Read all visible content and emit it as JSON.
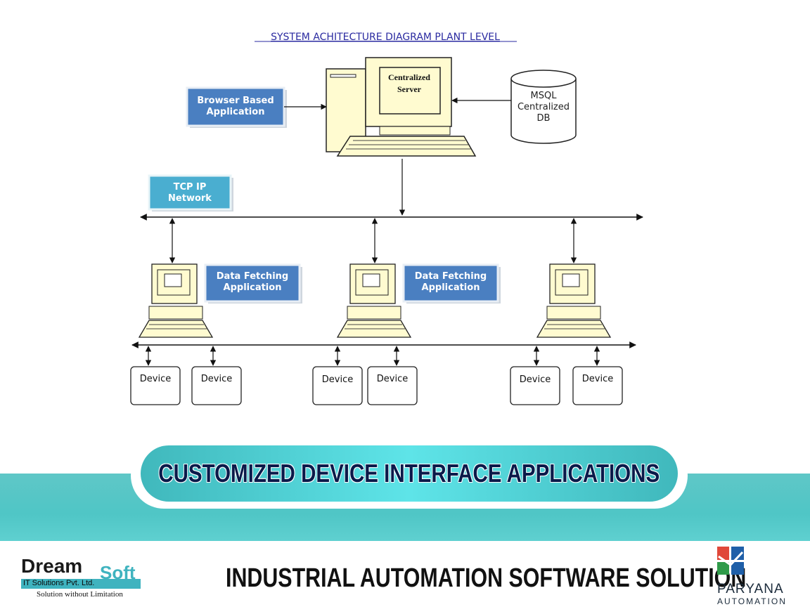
{
  "diagram": {
    "title": "SYSTEM ACHITECTURE DIAGRAM PLANT LEVEL",
    "server_label_1": "Centralized",
    "server_label_2": "Server",
    "db_label_1": "MSQL",
    "db_label_2": "Centralized",
    "db_label_3": "DB",
    "browser_app_1": "Browser Based",
    "browser_app_2": "Application",
    "network_1": "TCP IP",
    "network_2": "Network",
    "fetch_app_1": "Data Fetching",
    "fetch_app_2": "Application",
    "device_label": "Device",
    "box_color": "#4a7fc1",
    "network_color": "#4aaed0"
  },
  "banner": {
    "title": "CUSTOMIZED DEVICE INTERFACE APPLICATIONS"
  },
  "footer": {
    "title": "INDUSTRIAL AUTOMATION SOFTWARE SOLUTION",
    "left_logo": {
      "word": "Dream",
      "word2": "Soft",
      "sub": "IT Solutions Pvt. Ltd.",
      "tagline": "Solution without Limitation"
    },
    "right_logo": {
      "name": "PARYANA",
      "sub": "AUTOMATION"
    }
  }
}
